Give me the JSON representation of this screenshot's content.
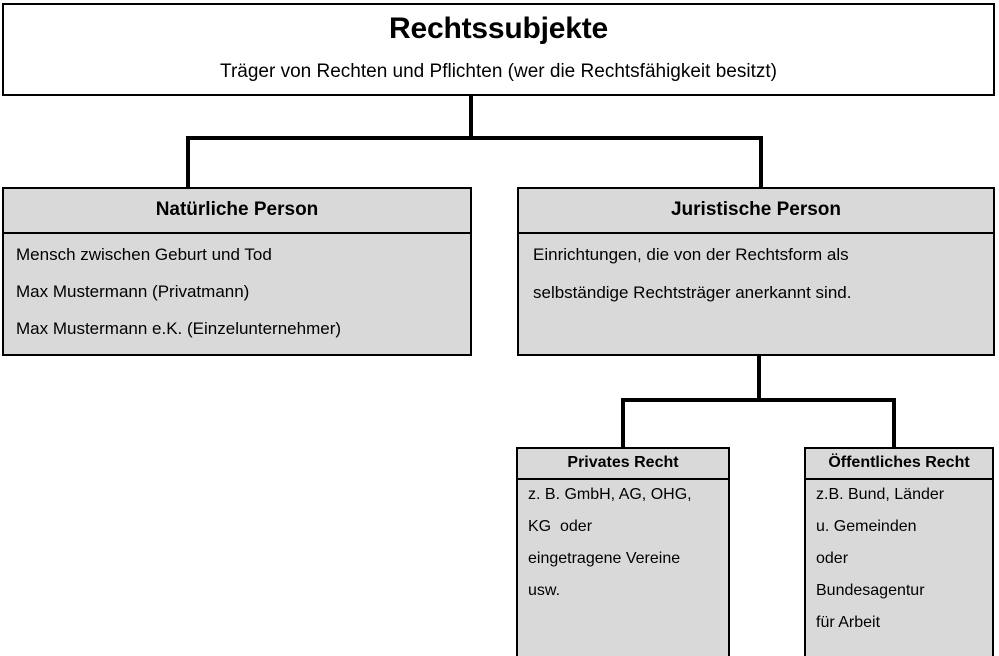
{
  "diagram": {
    "title": "Rechtssubjekte",
    "subtitle": "Träger von Rechten und Pflichten (wer die Rechtsfähigkeit besitzt)",
    "colors": {
      "box_fill": "#D9D9D9",
      "root_fill": "#FFFFFF",
      "border": "#000000",
      "text": "#000000"
    },
    "nodes": {
      "natuerliche_person": {
        "header": "Natürliche Person",
        "lines": [
          "Mensch zwischen Geburt und Tod",
          "Max Mustermann (Privatmann)",
          "Max Mustermann e.K. (Einzelunternehmer)"
        ]
      },
      "juristische_person": {
        "header": "Juristische Person",
        "lines": [
          "Einrichtungen, die von der Rechtsform als",
          "selbständige Rechtsträger anerkannt sind."
        ]
      },
      "privates_recht": {
        "header": "Privates Recht",
        "lines": [
          "z. B. GmbH, AG, OHG,",
          "KG  oder",
          "eingetragene Vereine",
          "usw."
        ]
      },
      "oeffentliches_recht": {
        "header": "Öffentliches Recht",
        "lines": [
          "z.B. Bund, Länder",
          "u. Gemeinden",
          "oder",
          "Bundesagentur",
          "für Arbeit"
        ]
      }
    }
  }
}
